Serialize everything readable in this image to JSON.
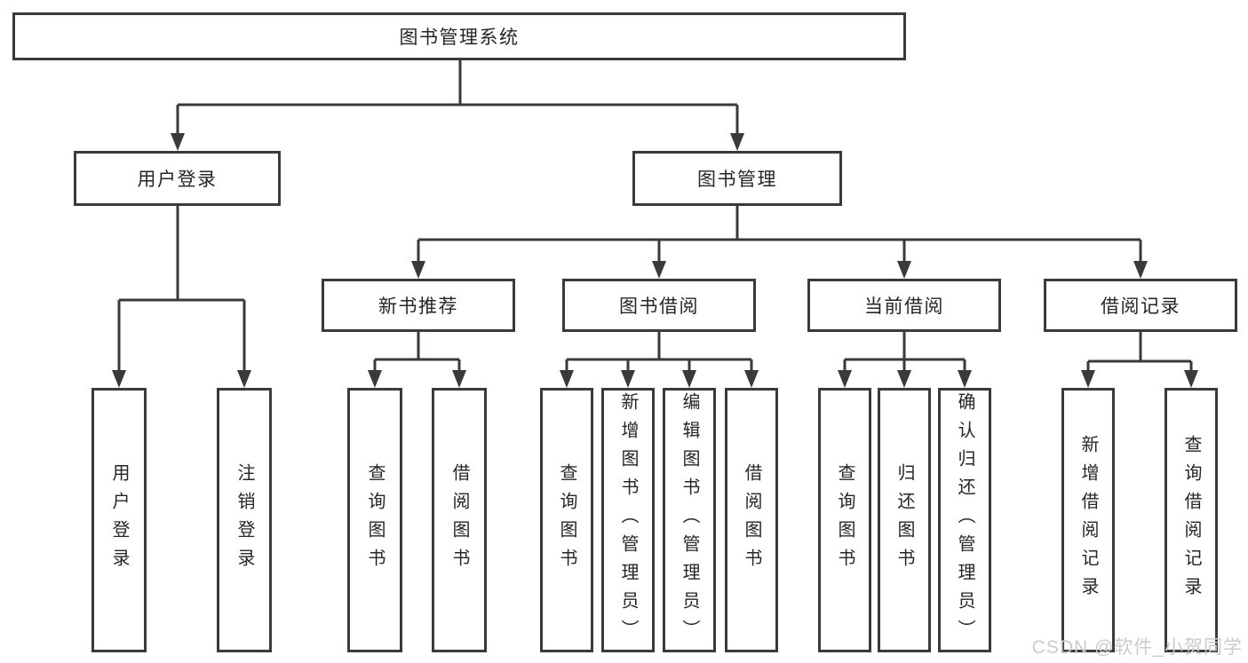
{
  "tree": {
    "root": {
      "label": "图书管理系统",
      "children": [
        {
          "label": "用户登录",
          "children": [
            {
              "label": "用户登录"
            },
            {
              "label": "注销登录"
            }
          ]
        },
        {
          "label": "图书管理",
          "children": [
            {
              "label": "新书推荐",
              "children": [
                {
                  "label": "查询图书"
                },
                {
                  "label": "借阅图书"
                }
              ]
            },
            {
              "label": "图书借阅",
              "children": [
                {
                  "label": "查询图书"
                },
                {
                  "label": "新增图书（管理员）"
                },
                {
                  "label": "编辑图书（管理员）"
                },
                {
                  "label": "借阅图书"
                }
              ]
            },
            {
              "label": "当前借阅",
              "children": [
                {
                  "label": "查询图书"
                },
                {
                  "label": "归还图书"
                },
                {
                  "label": "确认归还（管理员）"
                }
              ]
            },
            {
              "label": "借阅记录",
              "children": [
                {
                  "label": "新增借阅记录"
                },
                {
                  "label": "查询借阅记录"
                }
              ]
            }
          ]
        }
      ]
    }
  },
  "watermark": {
    "text": "CSDN @软件_小贺同学"
  },
  "colors": {
    "line": "#3a3a3a",
    "box_border": "#3a3a3a",
    "text": "#262626",
    "watermark": "#cbcbcd",
    "background": "#ffffff"
  }
}
